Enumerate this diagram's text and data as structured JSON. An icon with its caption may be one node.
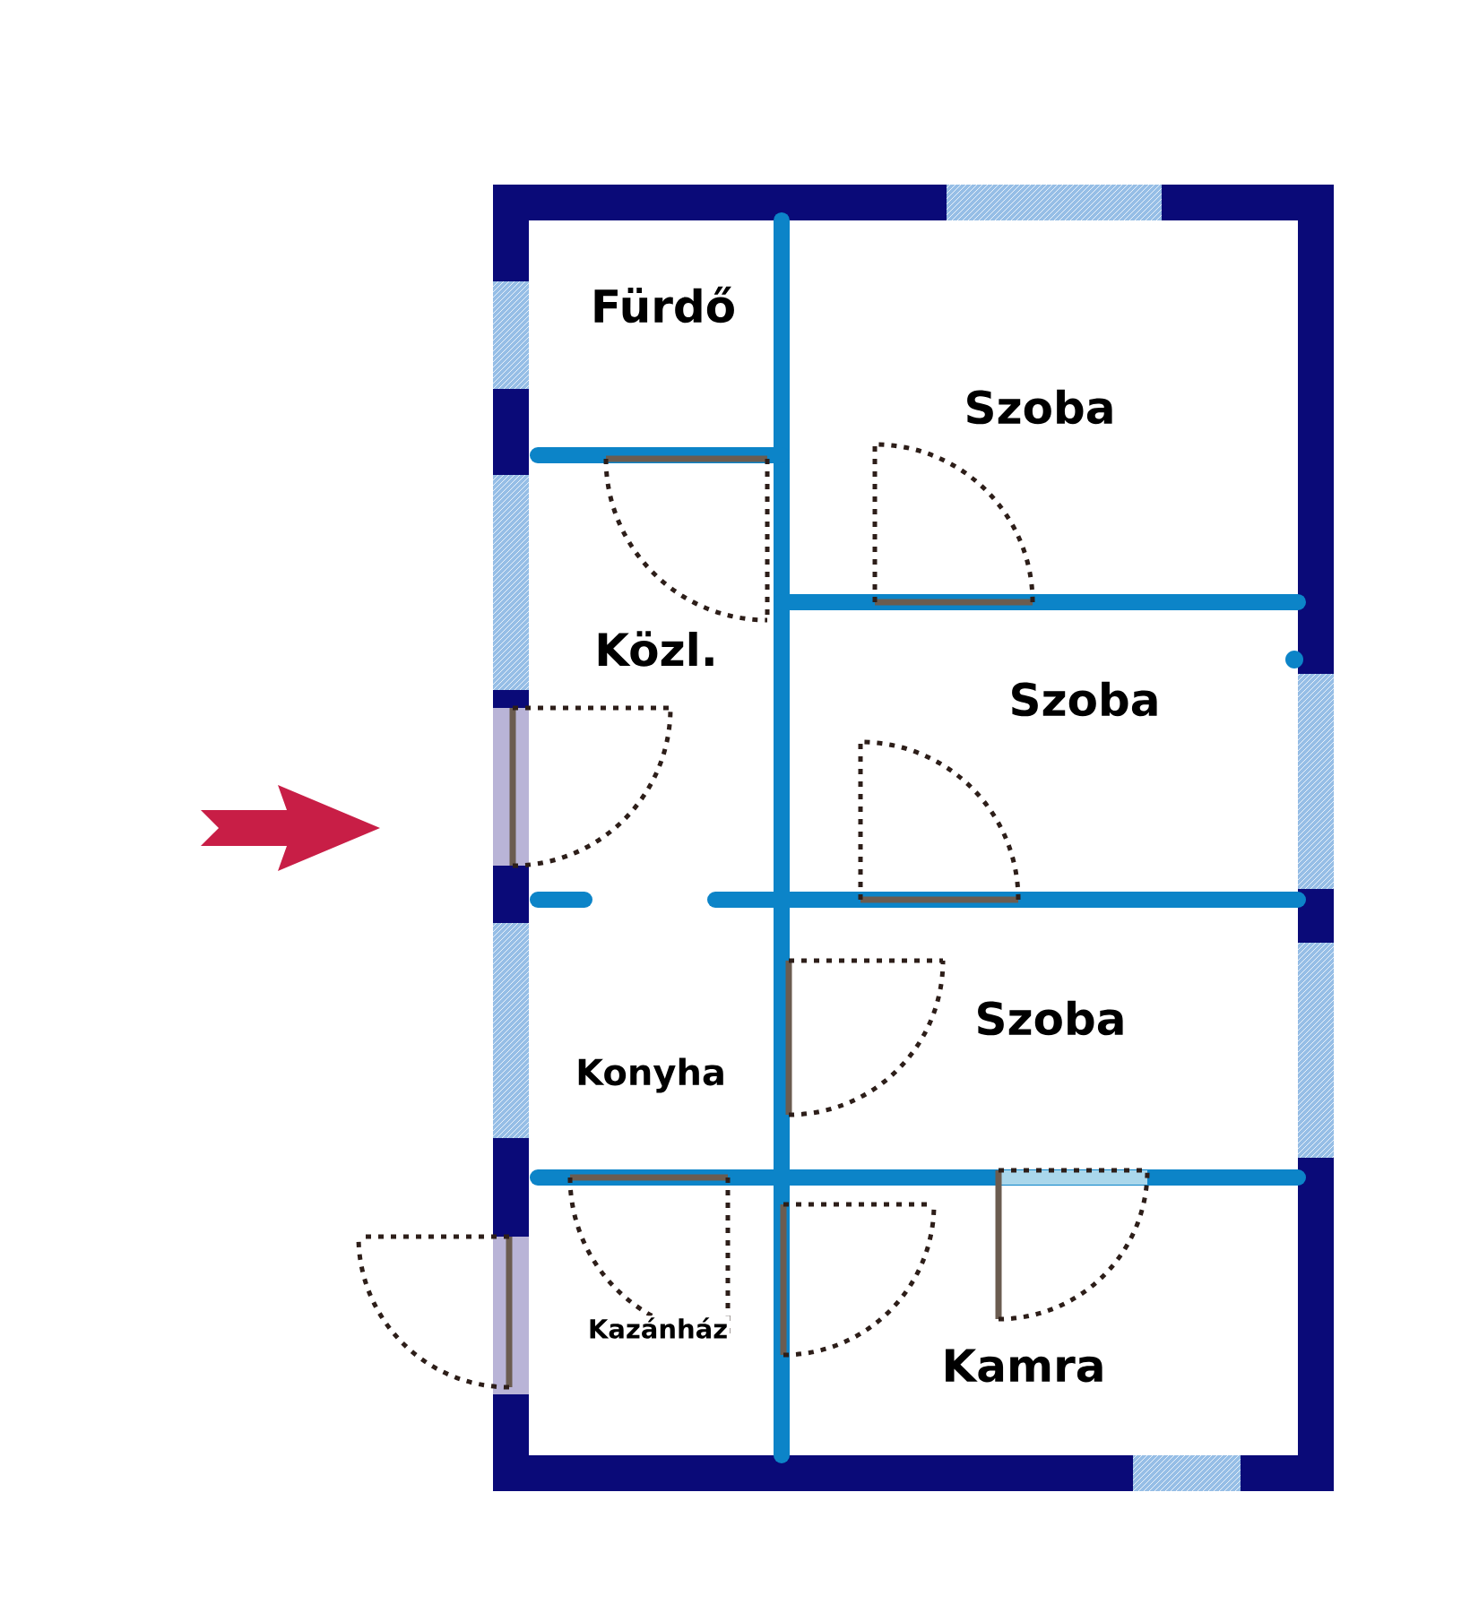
{
  "diagram": {
    "nodes": [
      {
        "text": [
          "Fürdő"
        ]
      },
      {
        "text": [
          "Szoba"
        ]
      },
      {
        "text": [
          "Közl."
        ]
      },
      {
        "text": [
          "Szoba"
        ]
      },
      {
        "text": [
          "Szoba"
        ]
      },
      {
        "text": [
          "Konyha"
        ]
      },
      {
        "text": [
          "Kazánház"
        ]
      },
      {
        "text": [
          "Kamra"
        ]
      }
    ]
  }
}
